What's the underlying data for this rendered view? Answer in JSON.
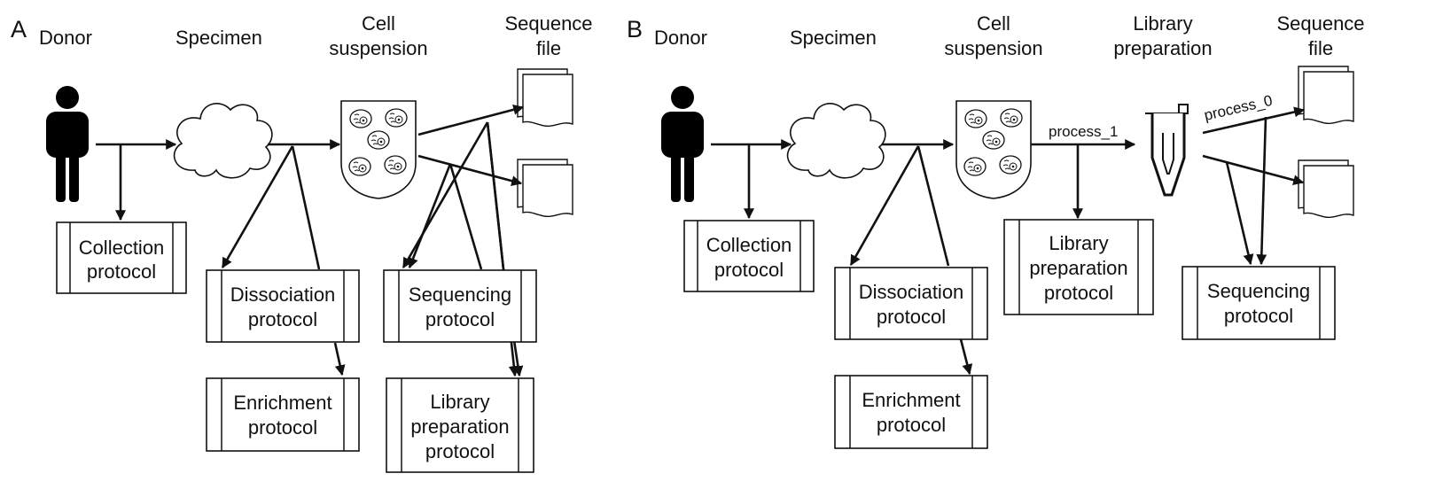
{
  "panels": [
    {
      "letter": "A",
      "stages": {
        "donor": "Donor",
        "specimen": "Specimen",
        "cell_suspension": [
          "Cell",
          "suspension"
        ],
        "sequence_file": [
          "Sequence",
          "file"
        ]
      },
      "protocols": {
        "collection": [
          "Collection",
          "protocol"
        ],
        "dissociation": [
          "Dissociation",
          "protocol"
        ],
        "enrichment": [
          "Enrichment",
          "protocol"
        ],
        "sequencing": [
          "Sequencing",
          "protocol"
        ],
        "library_preparation": [
          "Library",
          "preparation",
          "protocol"
        ]
      }
    },
    {
      "letter": "B",
      "stages": {
        "donor": "Donor",
        "specimen": "Specimen",
        "cell_suspension": [
          "Cell",
          "suspension"
        ],
        "library_preparation": [
          "Library",
          "preparation"
        ],
        "sequence_file": [
          "Sequence",
          "file"
        ]
      },
      "protocols": {
        "collection": [
          "Collection",
          "protocol"
        ],
        "dissociation": [
          "Dissociation",
          "protocol"
        ],
        "enrichment": [
          "Enrichment",
          "protocol"
        ],
        "library_preparation": [
          "Library",
          "preparation",
          "protocol"
        ],
        "sequencing": [
          "Sequencing",
          "protocol"
        ]
      },
      "process_labels": {
        "process_1": "process_1",
        "process_0": "process_0"
      }
    }
  ],
  "icons": {
    "donor": "person-icon",
    "specimen": "cloud-icon",
    "cell_suspension": "cells-shield-icon",
    "library_preparation": "test-tube-icon",
    "sequence_file": "document-stack-icon"
  }
}
